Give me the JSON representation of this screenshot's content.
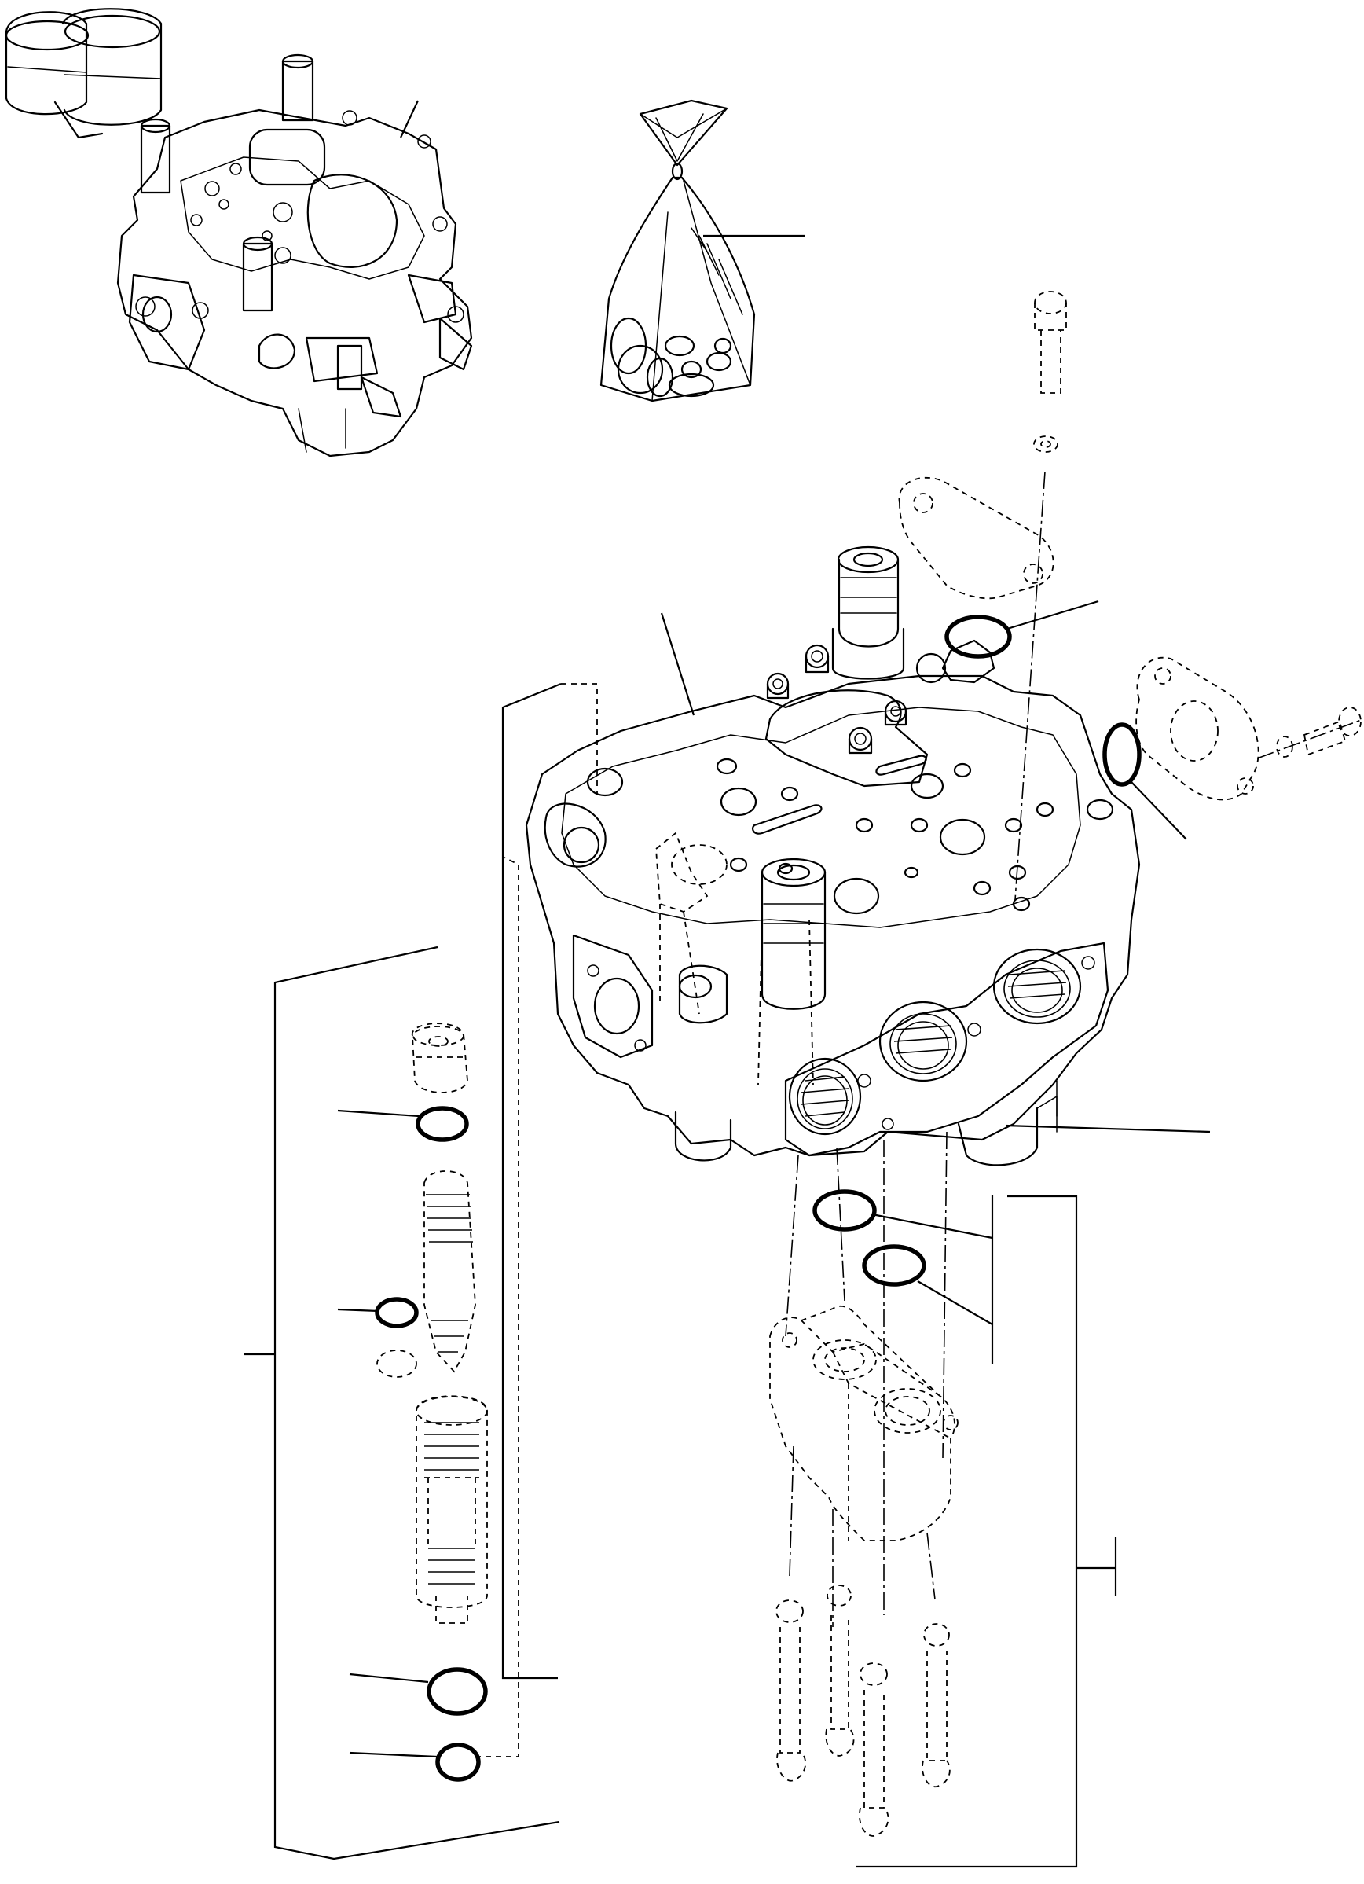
{
  "diagram": {
    "parts": [
      {
        "name": "control-valve-assembly-overview"
      },
      {
        "name": "seal-kit-bag"
      },
      {
        "name": "valve-body"
      },
      {
        "name": "relief-valve-cartridge"
      },
      {
        "name": "flange-block"
      },
      {
        "name": "side-cover-plate"
      },
      {
        "name": "top-cover-plate"
      },
      {
        "name": "o-rings"
      },
      {
        "name": "mounting-bolts"
      }
    ],
    "colors": {
      "ink": "#000000",
      "paper": "#ffffff"
    }
  }
}
